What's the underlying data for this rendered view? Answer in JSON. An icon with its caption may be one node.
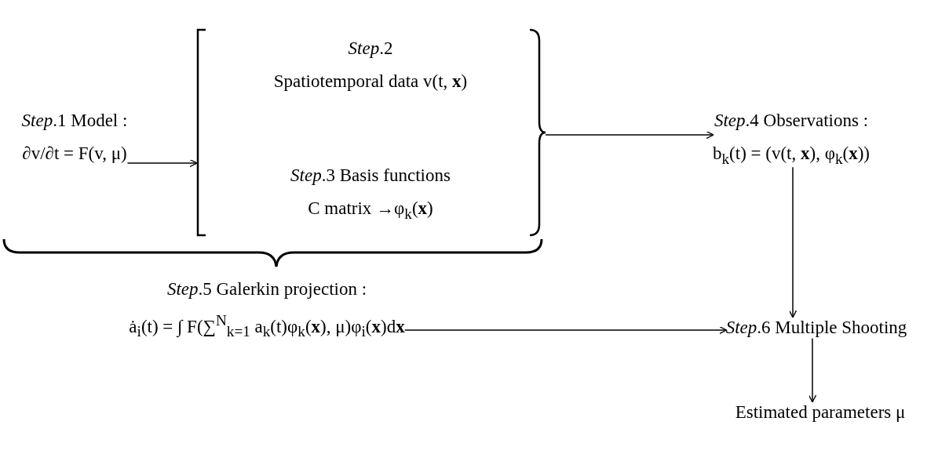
{
  "diagram": {
    "nodes": [
      {
        "text": [
          "*Step*.1 Model :",
          "∂v/∂t = F(v, μ)"
        ]
      },
      {
        "text": [],
        "shape": "bracket"
      },
      {
        "text": [
          "*Step*.2",
          "Spatiotemporal data v(t, **x**)"
        ],
        "in": 1
      },
      {
        "text": [
          "*Step*.3 Basis functions",
          "C matrix →φ$_{k}$(**x**)"
        ],
        "in": 1
      },
      {
        "text": [
          "*Step*.4 Observations :",
          "b$_{k}$(t) = (v(t, **x**), φ$_{k}$(**x**))"
        ]
      },
      {
        "text": [
          "*Step*.5 Galerkin projection :",
          "ȧ$_{i}$(t) = ∫ F(∑$^{N}$$_{k=1}$ a$_{k}$(t)φ$_{k}$(**x**), μ)φ$_{i}$(**x**)d**x**"
        ]
      },
      {
        "text": [
          "*Step*.6 Multiple Shooting"
        ]
      },
      {
        "text": [
          "Estimated parameters μ"
        ]
      }
    ],
    "edges": [
      {
        "from": 0,
        "to": 1,
        "arrow": "to"
      },
      {
        "from": 1,
        "to": 4,
        "arrow": "to"
      },
      {
        "from": 4,
        "to": 6,
        "arrow": "to"
      },
      {
        "from": 5,
        "to": 6,
        "arrow": "to"
      },
      {
        "from": 6,
        "to": 7,
        "arrow": "to"
      }
    ]
  }
}
